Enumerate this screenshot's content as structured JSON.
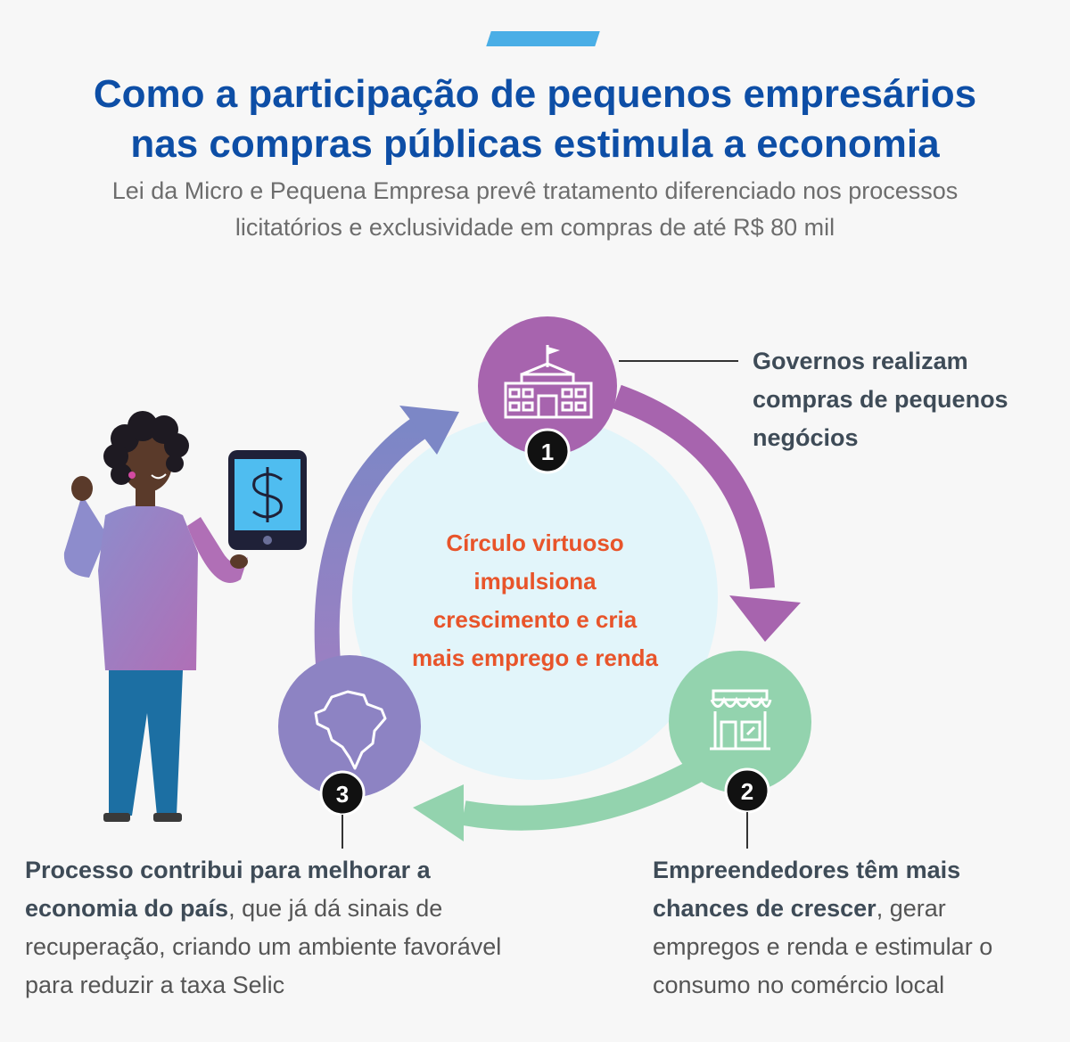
{
  "header": {
    "title_line1": "Como a participação de pequenos empresários",
    "title_line2": "nas compras públicas estimula a economia",
    "subtitle_line1": "Lei da Micro e Pequena Empresa prevê tratamento diferenciado nos processos",
    "subtitle_line2": "licitatórios e exclusividade em compras de até R$ 80 mil"
  },
  "cycle": {
    "center_text": "Círculo virtuoso impulsiona crescimento e cria mais emprego e renda",
    "steps": [
      {
        "number": "1",
        "icon": "government-building-icon",
        "color": "#a764ae",
        "caption": "Governos realizam compras de pequenos negócios"
      },
      {
        "number": "2",
        "icon": "storefront-icon",
        "color": "#93d3ae",
        "caption_bold": "Empreendedores têm mais chances de crescer",
        "caption_rest": ", gerar empregos e renda e estimular o consumo no comércio local"
      },
      {
        "number": "3",
        "icon": "brazil-map-icon",
        "color": "#8d83c3",
        "caption_bold": "Processo contribui para melhorar a economia do país",
        "caption_rest": ", que já dá sinais de recuperação, criando um ambiente favorável para reduzir a taxa Selic"
      }
    ]
  },
  "illustration": {
    "person": "woman-with-tablet",
    "tablet_icon": "dollar-sign-icon"
  },
  "colors": {
    "title": "#0d4ea6",
    "accent": "#4aaee6",
    "center_text": "#e8542a",
    "center_fill": "#e2f5fa"
  }
}
